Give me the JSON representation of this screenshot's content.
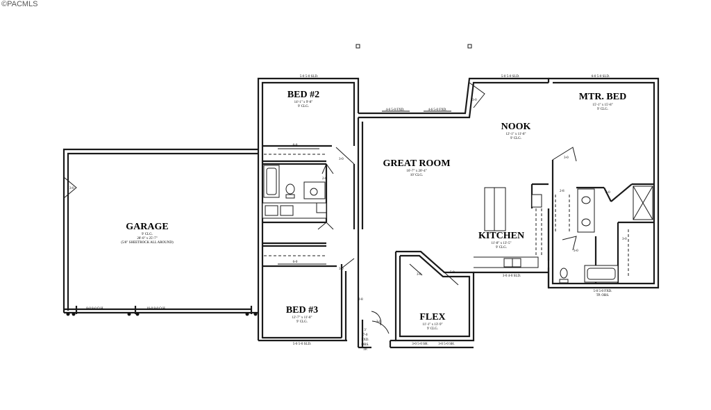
{
  "watermark": "©PACMLS",
  "rooms": {
    "garage": {
      "name": "GARAGE",
      "l1": "9' CLG.",
      "l2": "28'-0\" x 25'-7\"",
      "l3": "(5/8\" SHEETROCK ALL AROUND)"
    },
    "bed2": {
      "name": "BED #2",
      "l1": "14'-1\" x 9'-8\"",
      "l2": "9' CLG."
    },
    "bed3": {
      "name": "BED #3",
      "l1": "12'-7\" x 11'-8\"",
      "l2": "9' CLG."
    },
    "great": {
      "name": "GREAT ROOM",
      "l1": "16'-7\" x 20'-4\"",
      "l2": "10' CLG."
    },
    "nook": {
      "name": "NOOK",
      "l1": "12'-1\" x 11'-8\"",
      "l2": "9' CLG."
    },
    "mtr": {
      "name": "MTR. BED",
      "l1": "15'-1\" x 15'-8\"",
      "l2": "9' CLG."
    },
    "kitchen": {
      "name": "KITCHEN",
      "l1": "11'-8\" x 13'-5\"",
      "l2": "9' CLG."
    },
    "flex": {
      "name": "FLEX",
      "l1": "11'-1\" x 13'-9\"",
      "l2": "9' CLG."
    }
  },
  "labels": {
    "win_bed2": "5-0 5-0 SLD.",
    "win_great1": "4-6 5-0 FXD.",
    "win_great2": "4-6 5-0 FXD.",
    "win_nook": "5-0 5-0 SLD.",
    "win_mtr": "6-0 5-0 SLD.",
    "win_bed3": "5-0 5-0 SLD.",
    "win_flex1": "3-0 5-0 SH.",
    "win_flex2": "3-0 5-0 SH.",
    "win_kitchen": "3-0 4-0 SLD.",
    "win_bath": "5-0 5-0 FXD.",
    "win_bath2": "TP. OBS.",
    "gd1": "8-0 8-0 O.H.",
    "gd2": "16-0 8-0 O.H.",
    "closet": "6-0",
    "closet3": "6-0",
    "entry1": "3'",
    "entry2": "7-0",
    "entry3": "FXD.",
    "entry4": "OBS.",
    "entry5": "TP.",
    "d30": "3-0",
    "d28": "2-8",
    "d26": "2-6",
    "d50": "5-0"
  }
}
